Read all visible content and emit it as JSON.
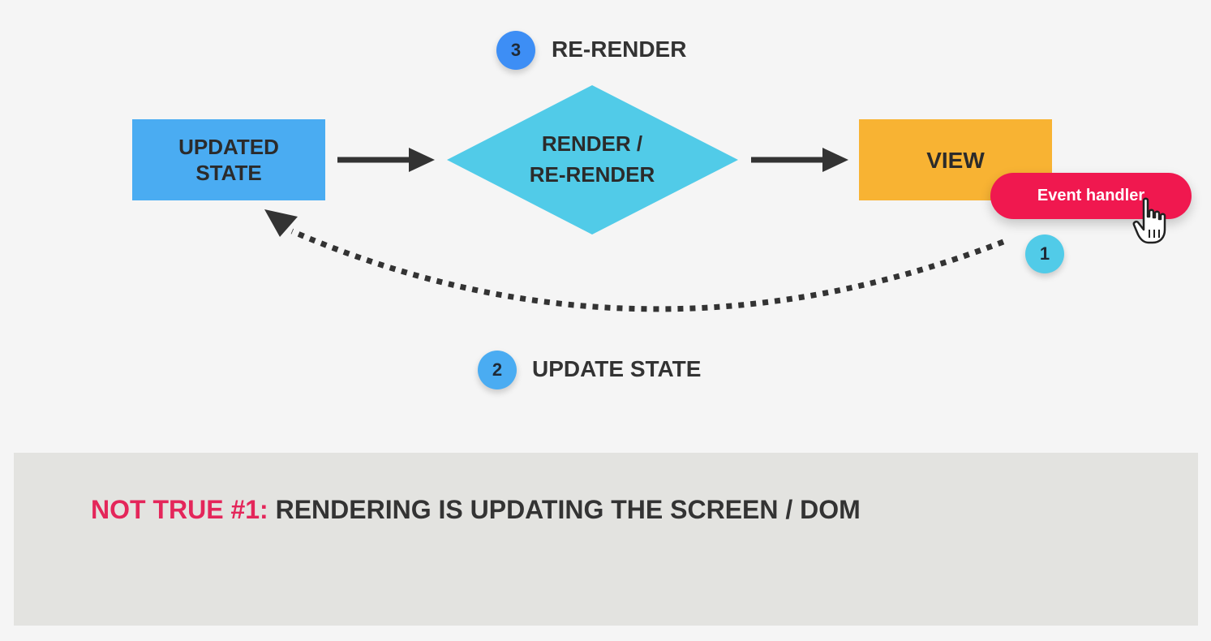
{
  "colors": {
    "background": "#f5f5f5",
    "state_box": "#4aacf2",
    "render_diamond": "#51cbe8",
    "view_box": "#f8b333",
    "event_button": "#f0184f",
    "badge_3": "#3d8ef5",
    "badge_2": "#4aacf2",
    "badge_1": "#51cbe8",
    "arrow": "#333333",
    "note_panel": "#e3e3e0",
    "note_highlight": "#e4265a",
    "note_text": "#333333"
  },
  "nodes": {
    "updated_state": "UPDATED\nSTATE",
    "render": "RENDER /\nRE-RENDER",
    "view": "VIEW"
  },
  "steps": [
    {
      "number": "1",
      "label": ""
    },
    {
      "number": "2",
      "label": "UPDATE STATE"
    },
    {
      "number": "3",
      "label": "RE-RENDER"
    }
  ],
  "event_handler": {
    "label": "Event handler",
    "icon": "hand-pointer-icon"
  },
  "note": {
    "highlight": "NOT TRUE #1:",
    "text": " RENDERING IS UPDATING THE SCREEN / DOM"
  }
}
